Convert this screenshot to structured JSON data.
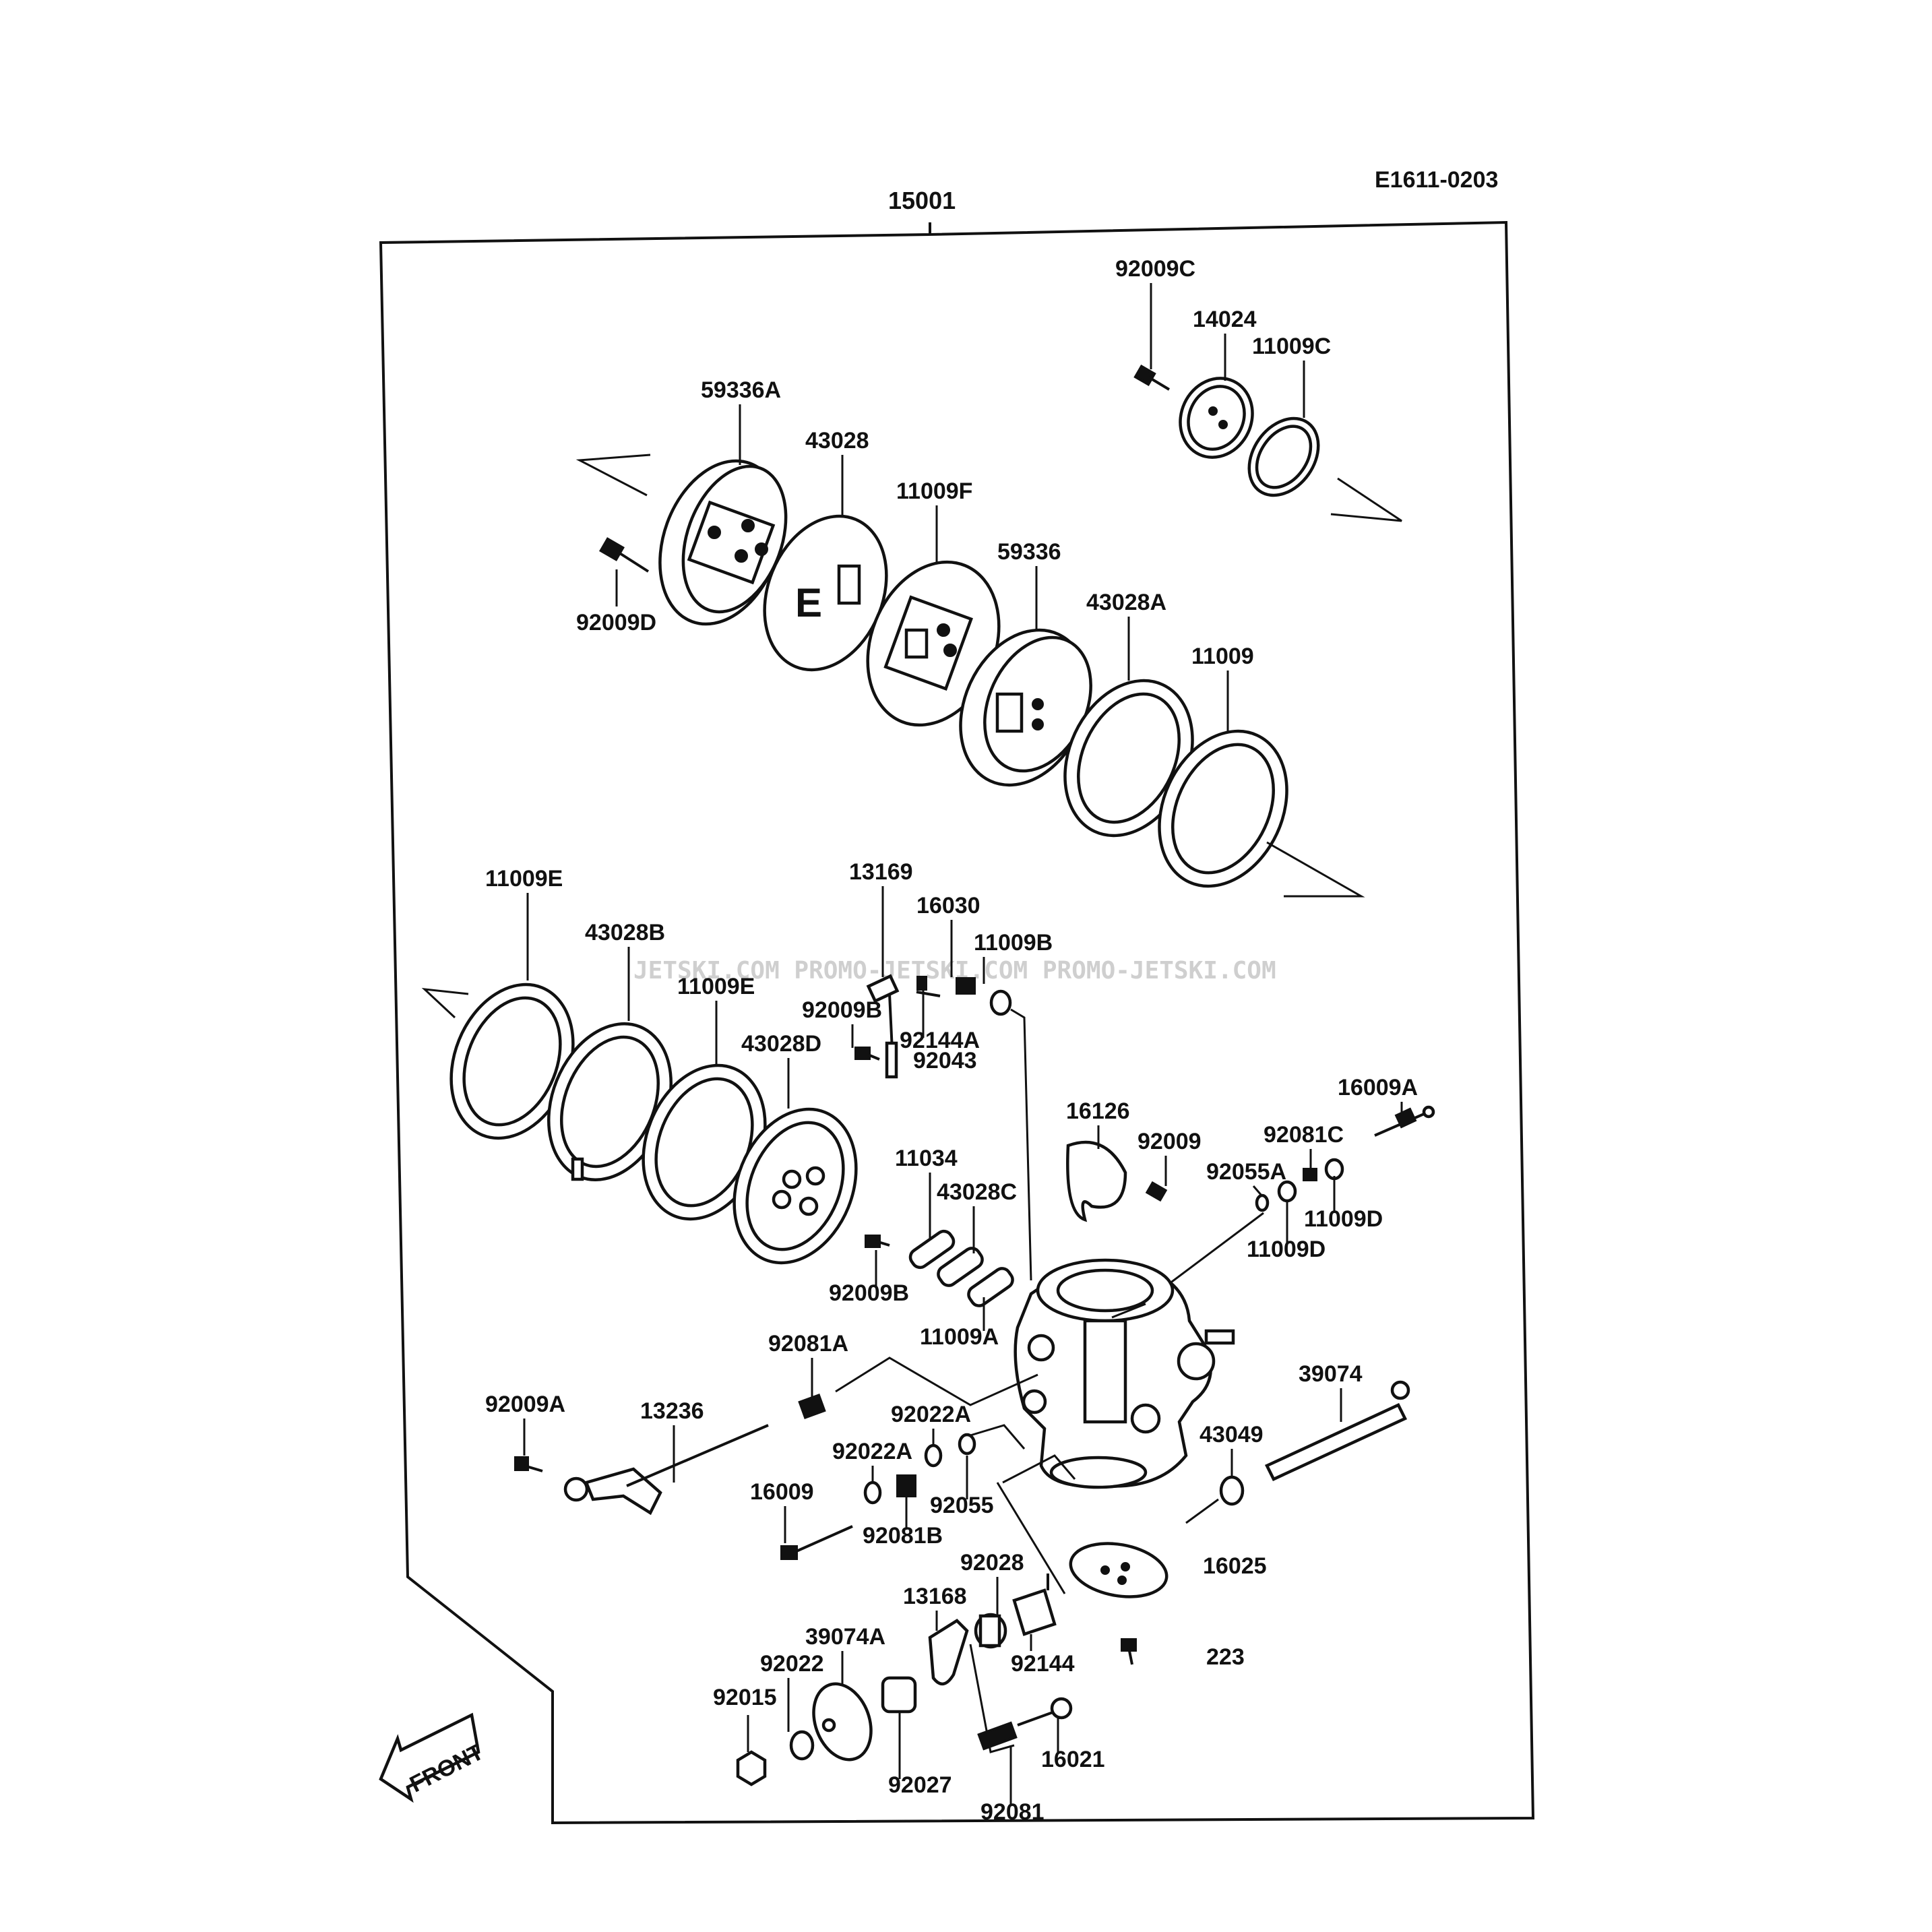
{
  "diagram_code": "E1611-0203",
  "assembly_label": "15001",
  "watermark": "JETSKI.COM  PROMO-JETSKI.COM  PROMO-JETSKI.COM",
  "front_label": "FRONT",
  "colors": {
    "ink": "#111111",
    "paper": "#ffffff",
    "watermark": "#cfcfcf"
  },
  "parts": [
    {
      "id": "92009C"
    },
    {
      "id": "14024"
    },
    {
      "id": "11009C"
    },
    {
      "id": "59336A"
    },
    {
      "id": "43028"
    },
    {
      "id": "11009F"
    },
    {
      "id": "59336"
    },
    {
      "id": "43028A"
    },
    {
      "id": "11009"
    },
    {
      "id": "92009D"
    },
    {
      "id": "11009E"
    },
    {
      "id": "43028B"
    },
    {
      "id": "11009E"
    },
    {
      "id": "43028D"
    },
    {
      "id": "13169"
    },
    {
      "id": "16030"
    },
    {
      "id": "11009B"
    },
    {
      "id": "92009B"
    },
    {
      "id": "92144A"
    },
    {
      "id": "92043"
    },
    {
      "id": "16126"
    },
    {
      "id": "92009"
    },
    {
      "id": "16009A"
    },
    {
      "id": "92081C"
    },
    {
      "id": "92055A"
    },
    {
      "id": "11009D"
    },
    {
      "id": "11009D"
    },
    {
      "id": "11034"
    },
    {
      "id": "43028C"
    },
    {
      "id": "92009B"
    },
    {
      "id": "11009A"
    },
    {
      "id": "92081A"
    },
    {
      "id": "92009A"
    },
    {
      "id": "13236"
    },
    {
      "id": "92022A"
    },
    {
      "id": "92022A"
    },
    {
      "id": "92055"
    },
    {
      "id": "16009"
    },
    {
      "id": "92081B"
    },
    {
      "id": "39074"
    },
    {
      "id": "43049"
    },
    {
      "id": "16025"
    },
    {
      "id": "92028"
    },
    {
      "id": "13168"
    },
    {
      "id": "92144"
    },
    {
      "id": "223"
    },
    {
      "id": "39074A"
    },
    {
      "id": "92022"
    },
    {
      "id": "92015"
    },
    {
      "id": "92027"
    },
    {
      "id": "92081"
    },
    {
      "id": "16021"
    }
  ]
}
